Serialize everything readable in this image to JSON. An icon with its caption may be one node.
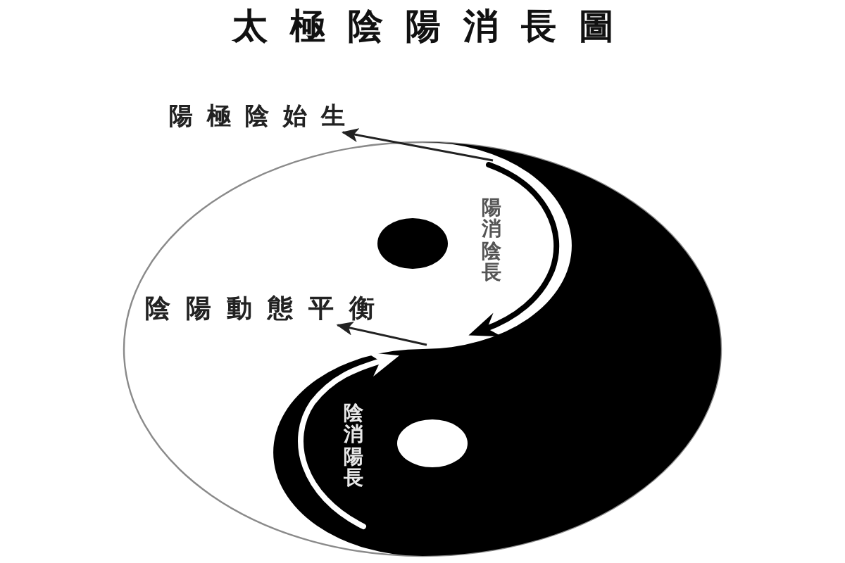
{
  "diagram": {
    "title": "太極陰陽消長圖",
    "nodes": [
      {
        "text": [
          "陽極陰始生"
        ]
      },
      {
        "text": [
          "陰陽動態平衡"
        ]
      }
    ],
    "edges": [
      {
        "from": null,
        "to": 0,
        "arrow": "to"
      },
      {
        "from": null,
        "to": 1,
        "arrow": "to"
      }
    ],
    "labels": [
      "陽消陰長",
      "陰消陽長"
    ]
  }
}
